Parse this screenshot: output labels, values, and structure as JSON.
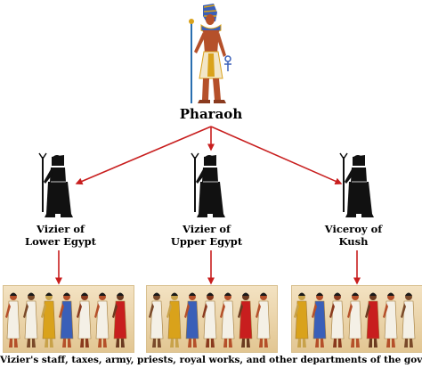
{
  "diagram": {
    "top_node": {
      "label": "Pharaoh"
    },
    "officials": [
      {
        "line1": "Vizier of",
        "line2": "Lower Egypt"
      },
      {
        "line1": "Vizier of",
        "line2": "Upper Egypt"
      },
      {
        "line1": "Viceroy of",
        "line2": "Kush"
      }
    ],
    "caption": "Vizier's staff, taxes, army, priests, royal works, and other departments of the government"
  },
  "colors": {
    "arrow": "#c81e1e",
    "skin": "#b5502a",
    "gold": "#d9a21b",
    "headdress_blue": "#3a5fb8",
    "figure_black": "#111111",
    "panel_bg": "#ecd6ac"
  },
  "icons": [
    "pharaoh-figure",
    "vizier-figure",
    "viceroy-figure",
    "egyptian-procession-illustration"
  ]
}
